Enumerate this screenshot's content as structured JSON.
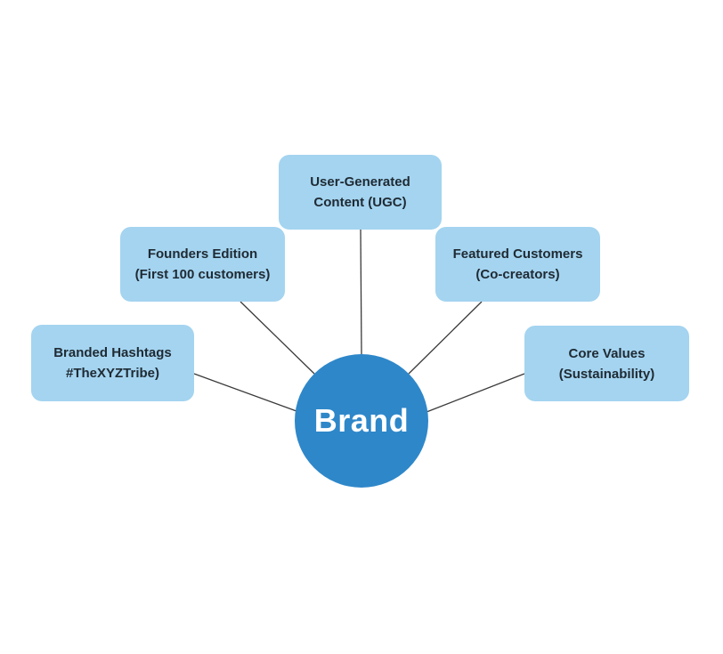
{
  "colors": {
    "node_fill": "#a4d4f0",
    "center_fill": "#2e87c9",
    "line": "#3a3a3a",
    "text_dark": "#1f2a33",
    "text_light": "#ffffff"
  },
  "center": {
    "label": "Brand"
  },
  "nodes": {
    "ugc": {
      "line1": "User-Generated",
      "line2": "Content (UGC)"
    },
    "founders": {
      "line1": "Founders Edition",
      "line2": "(First 100 customers)"
    },
    "featured": {
      "line1": "Featured Customers",
      "line2": "(Co-creators)"
    },
    "hashtags": {
      "line1": "Branded Hashtags",
      "line2": "#TheXYZTribe)"
    },
    "values": {
      "line1": "Core Values",
      "line2": "(Sustainability)"
    }
  }
}
